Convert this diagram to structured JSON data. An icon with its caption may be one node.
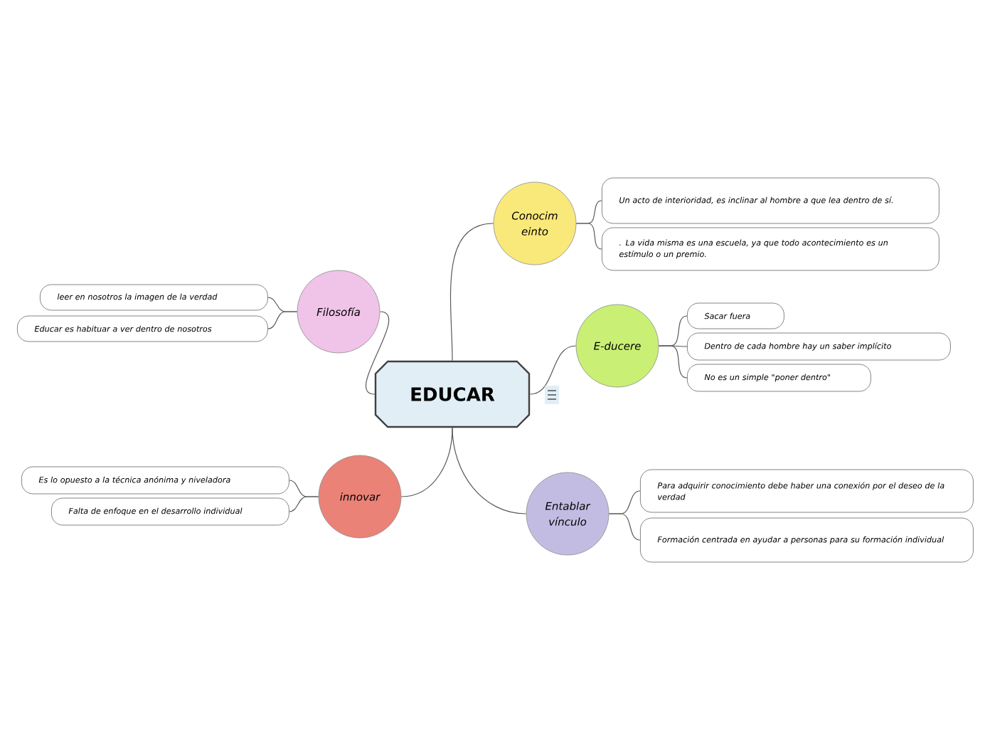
{
  "diagram": {
    "nodes": [
      {
        "text": [
          "EDUCAR"
        ]
      },
      {
        "text": [
          "Conocim einto"
        ]
      },
      {
        "text": [
          "Un acto de interioridad, es inclinar al hombre a que lea dentro de sí."
        ]
      },
      {
        "text": [
          ". La vida misma es una escuela, ya que todo acontecimiento es un estímulo o un premio."
        ]
      },
      {
        "text": [
          "E-ducere"
        ]
      },
      {
        "text": [
          "Sacar fuera"
        ]
      },
      {
        "text": [
          "Dentro de cada hombre hay un saber implícito"
        ]
      },
      {
        "text": [
          "No es un simple \"poner dentro\""
        ]
      },
      {
        "text": [
          "Entablar vínculo"
        ]
      },
      {
        "text": [
          "Para adquirir conocimiento debe haber una conexión por el deseo de la verdad"
        ]
      },
      {
        "text": [
          "Formación centrada en ayudar a personas para su formación individual"
        ]
      },
      {
        "text": [
          "Filosofía"
        ]
      },
      {
        "text": [
          "leer en nosotros la imagen de la verdad"
        ]
      },
      {
        "text": [
          "Educar es habituar a ver dentro de nosotros"
        ]
      },
      {
        "text": [
          "innovar"
        ]
      },
      {
        "text": [
          "Es lo opuesto a la técnica anónima y niveladora"
        ]
      },
      {
        "text": [
          "Falta de enfoque en el desarrollo individual"
        ]
      }
    ],
    "edges": [
      {
        "from": 0,
        "to": 1,
        "arrow": "none"
      },
      {
        "from": 1,
        "to": 2,
        "arrow": "none"
      },
      {
        "from": 1,
        "to": 3,
        "arrow": "none"
      },
      {
        "from": 0,
        "to": 4,
        "arrow": "none"
      },
      {
        "from": 4,
        "to": 5,
        "arrow": "none"
      },
      {
        "from": 4,
        "to": 6,
        "arrow": "none"
      },
      {
        "from": 4,
        "to": 7,
        "arrow": "none"
      },
      {
        "from": 0,
        "to": 8,
        "arrow": "none"
      },
      {
        "from": 8,
        "to": 9,
        "arrow": "none"
      },
      {
        "from": 8,
        "to": 10,
        "arrow": "none"
      },
      {
        "from": 0,
        "to": 11,
        "arrow": "none"
      },
      {
        "from": 11,
        "to": 12,
        "arrow": "none"
      },
      {
        "from": 11,
        "to": 13,
        "arrow": "none"
      },
      {
        "from": 0,
        "to": 14,
        "arrow": "none"
      },
      {
        "from": 14,
        "to": 15,
        "arrow": "none"
      },
      {
        "from": 14,
        "to": 16,
        "arrow": "none"
      }
    ]
  }
}
